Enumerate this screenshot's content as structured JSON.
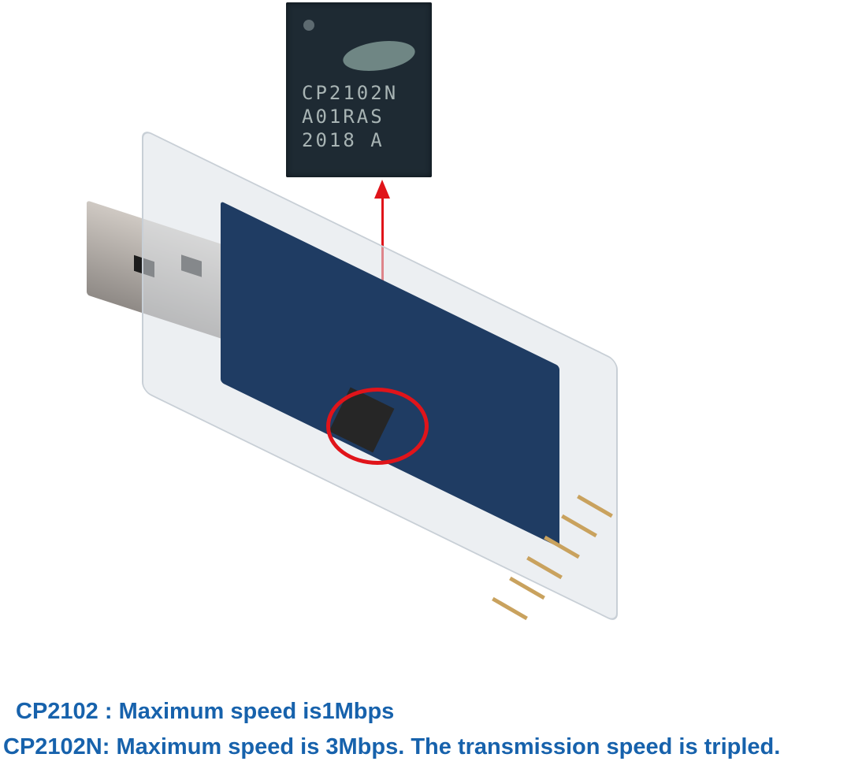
{
  "chip_closeup": {
    "marking_line1": "CP2102N",
    "marking_line2": "A01RAS",
    "marking_line3": "2018  A"
  },
  "annotation": {
    "arrow_color": "#e0141a",
    "highlight_color": "#e0141a"
  },
  "captions": {
    "line1": "CP2102 : Maximum speed is1Mbps",
    "line2": "CP2102N: Maximum speed is 3Mbps. The transmission speed is tripled.",
    "color": "#1762ac"
  }
}
